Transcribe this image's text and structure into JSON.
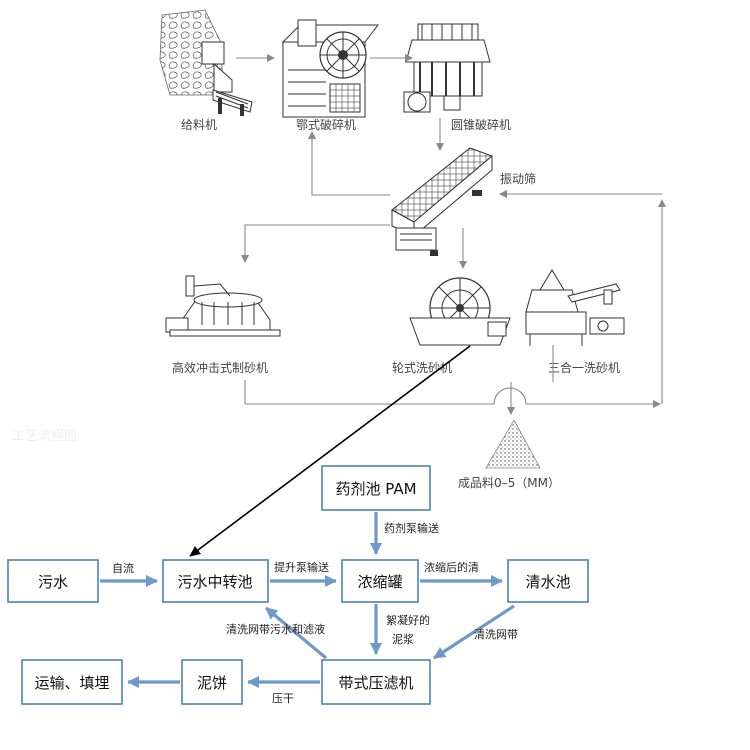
{
  "crushing": {
    "feeder": "给料机",
    "jaw_crusher": "鄂式破碎机",
    "cone_crusher": "圆锥破碎机",
    "vibrating_screen": "振动筛",
    "impact_sand_maker": "高效冲击式制砂机",
    "wheel_sand_washer": "轮式洗砂机",
    "three_in_one_washer": "三合一洗砂机",
    "product": "成品料0–5（MM）",
    "watermark": "工艺流程图"
  },
  "water": {
    "nodes": {
      "sewage": "污水",
      "transfer_tank": "污水中转池",
      "reagent_tank": "药剂池 PAM",
      "thickener": "浓缩罐",
      "clear_pool": "清水池",
      "belt_filter": "带式压滤机",
      "mud_cake": "泥饼",
      "transport": "运输、填埋"
    },
    "edges": {
      "gravity_flow": "自流",
      "lift_pump": "提升泵输送",
      "reagent_pump": "药剂泵输送",
      "concentrate_clear": "浓缩后的清",
      "flocculated_line1": "絮凝好的",
      "flocculated_line2": "泥浆",
      "wash_belt": "清洗网带",
      "wash_sewage_filtrate": "清洗网带污水和滤液",
      "press_dry": "压干"
    }
  }
}
